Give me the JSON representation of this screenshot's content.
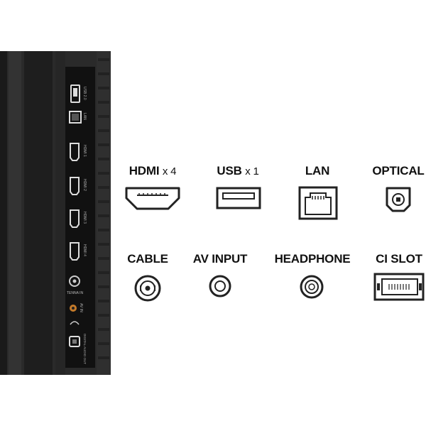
{
  "connections": [
    {
      "id": "hdmi",
      "label": "HDMI",
      "count": "x 4",
      "icon": "hdmi-port-icon"
    },
    {
      "id": "usb",
      "label": "USB",
      "count": "x 1",
      "icon": "usb-port-icon"
    },
    {
      "id": "lan",
      "label": "LAN",
      "count": "",
      "icon": "ethernet-port-icon"
    },
    {
      "id": "optical",
      "label": "OPTICAL",
      "count": "",
      "icon": "optical-port-icon"
    },
    {
      "id": "cable",
      "label": "CABLE",
      "count": "",
      "icon": "coaxial-port-icon"
    },
    {
      "id": "av",
      "label": "AV INPUT",
      "count": "",
      "icon": "av-jack-icon"
    },
    {
      "id": "headphone",
      "label": "HEADPHONE",
      "count": "",
      "icon": "headphone-jack-icon"
    },
    {
      "id": "ci",
      "label": "CI SLOT",
      "count": "",
      "icon": "ci-slot-icon"
    }
  ],
  "panel_labels": {
    "usb": "USB 2.0",
    "lan": "LAN",
    "hdmi1": "HDMI 1",
    "hdmi2": "HDMI 2",
    "hdmi3": "HDMI 3",
    "hdmi4": "HDMI 4",
    "antenna": "TENNA IN",
    "av": "AV IN",
    "digital_audio": "DIGITAL AUDIO OUT"
  }
}
